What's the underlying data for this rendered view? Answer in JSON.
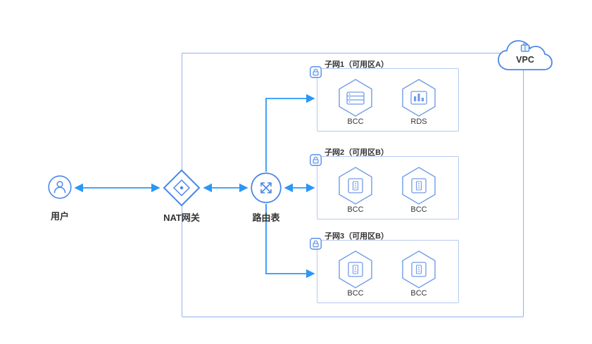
{
  "colors": {
    "arrow_blue": "#2b97f5",
    "node_icon_blue": "#4a86e8",
    "hexagon_blue": "#6f9bea",
    "vpc_border": "#8fb1ee",
    "subnet_border": "#b6c9ef",
    "text": "#333333"
  },
  "vpc": {
    "label": "VPC",
    "icon": "cloud-icon"
  },
  "nodes": {
    "user": {
      "label": "用户",
      "icon": "user-icon"
    },
    "nat": {
      "label": "NAT网关",
      "icon": "nat-gateway-icon"
    },
    "route": {
      "label": "路由表",
      "icon": "route-table-icon"
    }
  },
  "subnets": [
    {
      "title": "子网1（可用区A）",
      "lock_icon": "lock-icon",
      "instances": [
        {
          "label": "BCC",
          "icon": "server-icon"
        },
        {
          "label": "RDS",
          "icon": "database-chart-icon"
        }
      ]
    },
    {
      "title": "子网2（可用区B）",
      "lock_icon": "lock-icon",
      "instances": [
        {
          "label": "BCC",
          "icon": "host-icon"
        },
        {
          "label": "BCC",
          "icon": "host-icon"
        }
      ]
    },
    {
      "title": "子网3（可用区B）",
      "lock_icon": "lock-icon",
      "instances": [
        {
          "label": "BCC",
          "icon": "host-icon"
        },
        {
          "label": "BCC",
          "icon": "host-icon"
        }
      ]
    }
  ]
}
